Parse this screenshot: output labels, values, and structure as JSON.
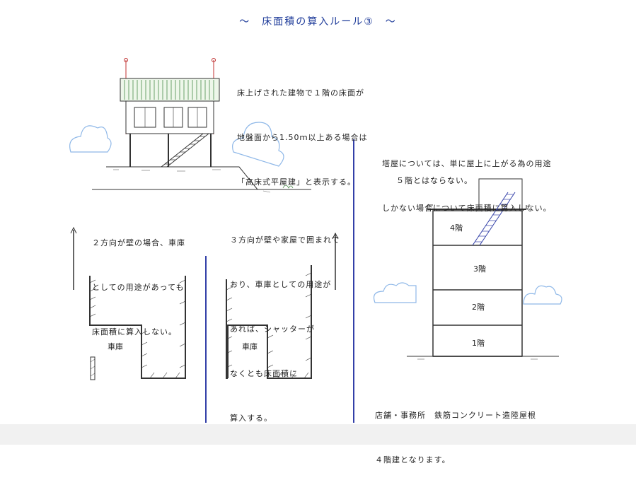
{
  "title": "～　床面積の算入ルール③　～",
  "sections": {
    "raised_floor": {
      "text": [
        "床上げされた建物で１階の床面が",
        "地盤面から1.50ｍ以上ある場合は",
        "「高床式平屋建」と表示する。"
      ]
    },
    "garage_two_sides": {
      "text": [
        "２方向が壁の場合、車庫",
        "としての用途があっても",
        "床面積に算入しない。"
      ],
      "label": "車庫"
    },
    "garage_three_sides": {
      "text": [
        "３方向が壁や家屋で囲まれて",
        "おり、車庫としての用途が",
        "あれば、シャッターが",
        "なくとも床面積に",
        "算入する。"
      ],
      "label": "車庫"
    },
    "penthouse": {
      "text": [
        "塔屋については、単に屋上に上がる為の用途",
        "しかない場合について床面積に算入しない。"
      ],
      "note": "５階とはならない。",
      "floors": [
        "4階",
        "3階",
        "2階",
        "1階"
      ],
      "caption": [
        "店舗・事務所　鉄筋コンクリート造陸屋根",
        "４階建となります。"
      ]
    }
  },
  "colors": {
    "title": "#1f3c9a",
    "divider": "#3340a8",
    "cloud": "#8fb8e8",
    "pole": "#c03030"
  }
}
